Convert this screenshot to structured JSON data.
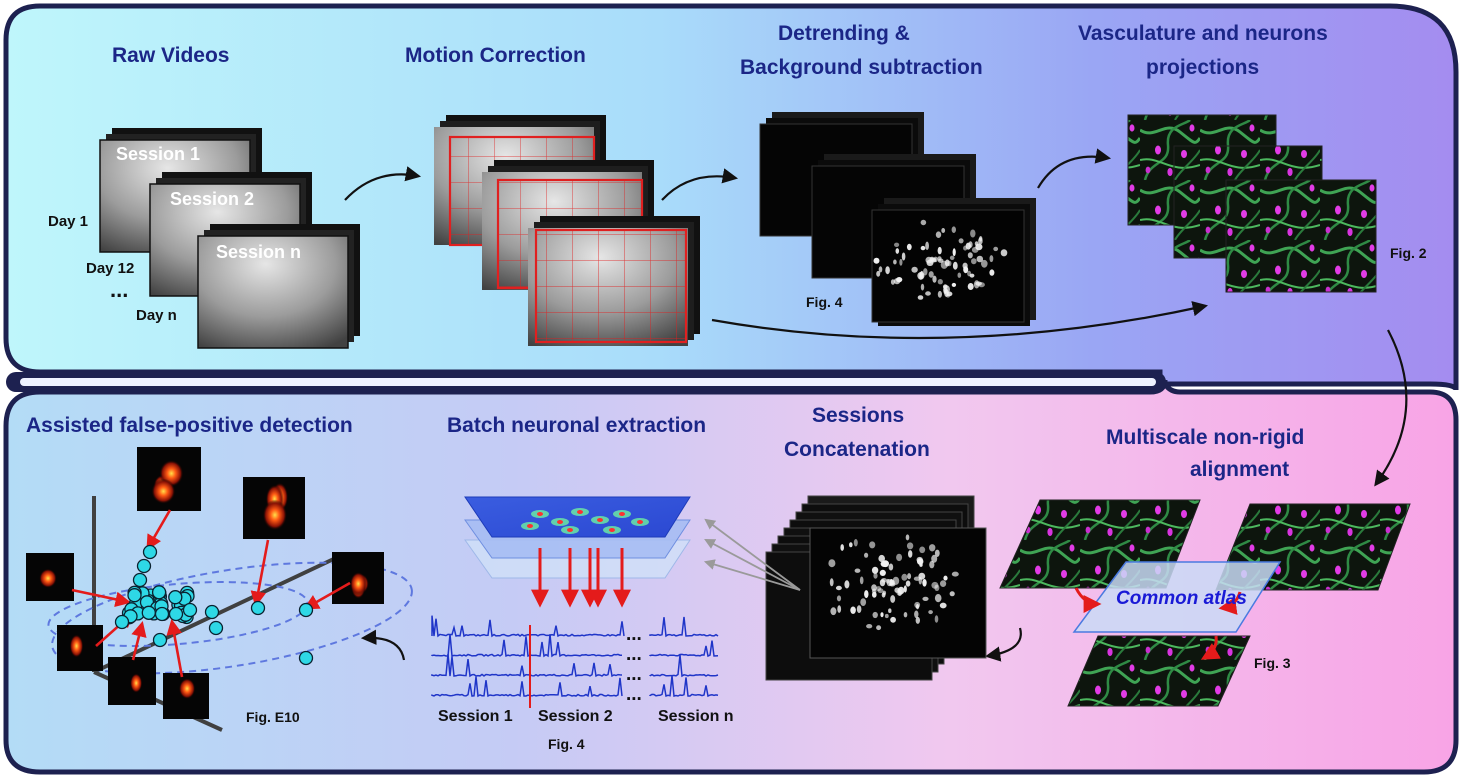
{
  "top_panel": {
    "raw_videos": {
      "title": "Raw Videos",
      "sessions": [
        "Session 1",
        "Session 2",
        "Session n"
      ],
      "days": [
        "Day 1",
        "Day 12",
        "...",
        "Day n"
      ]
    },
    "motion_correction": {
      "title": "Motion Correction"
    },
    "detrending": {
      "title_line1": "Detrending &",
      "title_line2": "Background subtraction",
      "fig": "Fig. 4"
    },
    "projections": {
      "title_line1": "Vasculature and neurons",
      "title_line2": "projections",
      "fig": "Fig. 2"
    }
  },
  "bottom_panel": {
    "alignment": {
      "title_line1": "Multiscale non-rigid",
      "title_line2": "alignment",
      "atlas_label": "Common atlas",
      "fig": "Fig. 3"
    },
    "concatenation": {
      "title_line1": "Sessions",
      "title_line2": "Concatenation"
    },
    "batch_extraction": {
      "title": "Batch neuronal extraction",
      "session_labels": [
        "Session 1",
        "Session 2",
        "Session n"
      ],
      "dots": "...",
      "fig": "Fig. 4"
    },
    "false_positive": {
      "title": "Assisted false-positive detection",
      "fig": "Fig. E10"
    }
  },
  "colors": {
    "border": "#1d2150",
    "title_text": "#1b2687",
    "accent_red": "#e41b1b",
    "cyan_point": "#2ed8e6",
    "trace_blue": "#1f35c8"
  }
}
